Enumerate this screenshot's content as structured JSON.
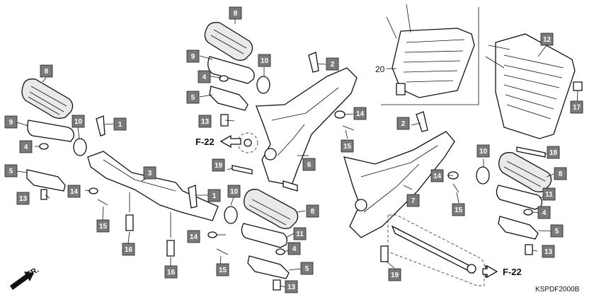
{
  "diagram": {
    "callouts": [
      "1",
      "2",
      "3",
      "4",
      "5",
      "8",
      "9",
      "10",
      "11",
      "12",
      "13",
      "14",
      "15",
      "16",
      "17",
      "18",
      "19",
      "20"
    ],
    "references": {
      "f22_left": "F-22",
      "f22_right": "F-22"
    },
    "direction_label": "FR.",
    "diagram_code": "KSPDF2000B"
  }
}
